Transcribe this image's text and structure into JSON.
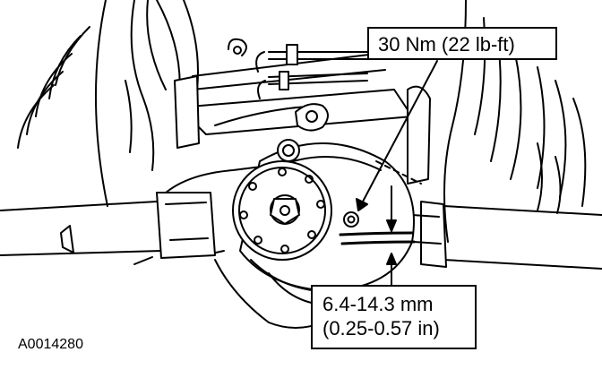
{
  "figure": {
    "subject": "rear axle differential housing with cover, wheel hub, leaf spring and brake lines",
    "figure_id": "A0014280"
  },
  "callouts": {
    "torque": "30 Nm (22 lb-ft)",
    "gap_metric": "6.4-14.3 mm",
    "gap_imperial": "(0.25-0.57 in)"
  },
  "colors": {
    "line": "#000000",
    "background": "#ffffff"
  }
}
